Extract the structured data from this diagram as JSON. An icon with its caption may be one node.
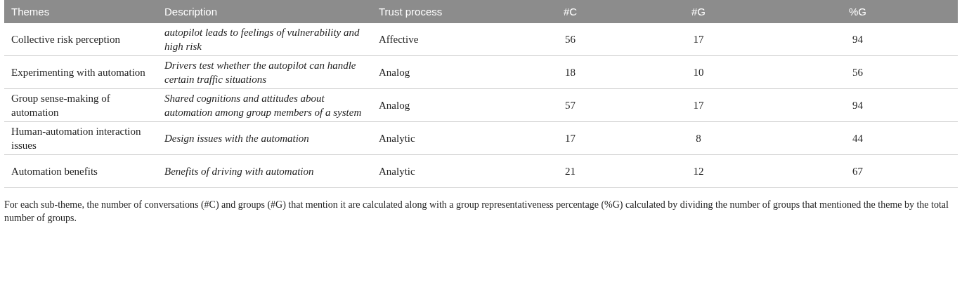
{
  "diagram": {
    "caption": "For each sub-theme, the number of conversations (#C) and groups (#G) that mention it are calculated along with a group representativeness percentage (%G) calculated by dividing the number of groups that mentioned the theme by the total number of groups.",
    "labels": [
      "Themes",
      "Description",
      "Trust process",
      "#C",
      "#G",
      "%G",
      "Collective risk perception",
      "autopilot leads to feelings of vulnerability and high risk",
      "Affective",
      "56",
      "17",
      "94",
      "Experimenting with automation",
      "Drivers test whether the autopilot can handle certain traffic situations",
      "Analog",
      "18",
      "10",
      "56",
      "Group sense-making of automation",
      "Shared cognitions and attitudes about automation among group members of a system",
      "Analog",
      "57",
      "17",
      "94",
      "Human-automation interaction issues",
      "Design issues with the automation",
      "Analytic",
      "17",
      "8",
      "44",
      "Automation benefits",
      "Benefits of driving with automation",
      "Analytic",
      "21",
      "12",
      "67"
    ]
  }
}
